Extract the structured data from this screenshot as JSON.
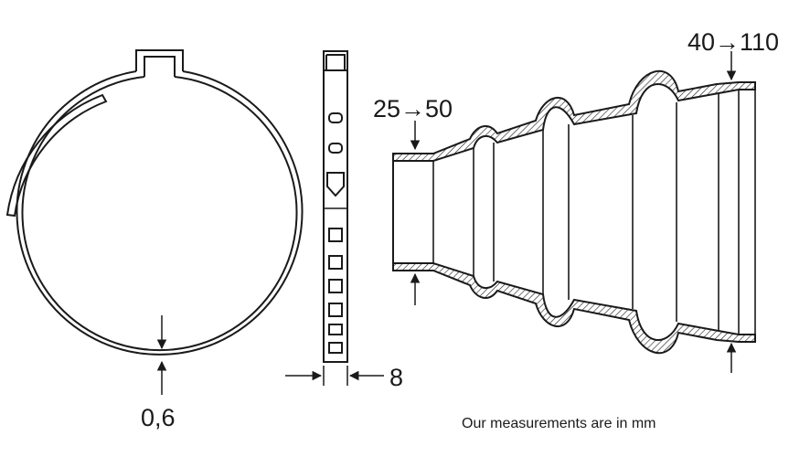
{
  "labels": {
    "band_thickness": "0,6",
    "band_width": "8",
    "small_end_range": "25→50",
    "large_end_range": "40→110",
    "units_note": "Our measurements are in mm"
  },
  "colors": {
    "stroke": "#1a1a1a",
    "background": "#ffffff",
    "gray": "#9a9a9a"
  },
  "parts": [
    "hose-clamp-ring",
    "clamp-band-side-view",
    "cv-joint-boot"
  ]
}
